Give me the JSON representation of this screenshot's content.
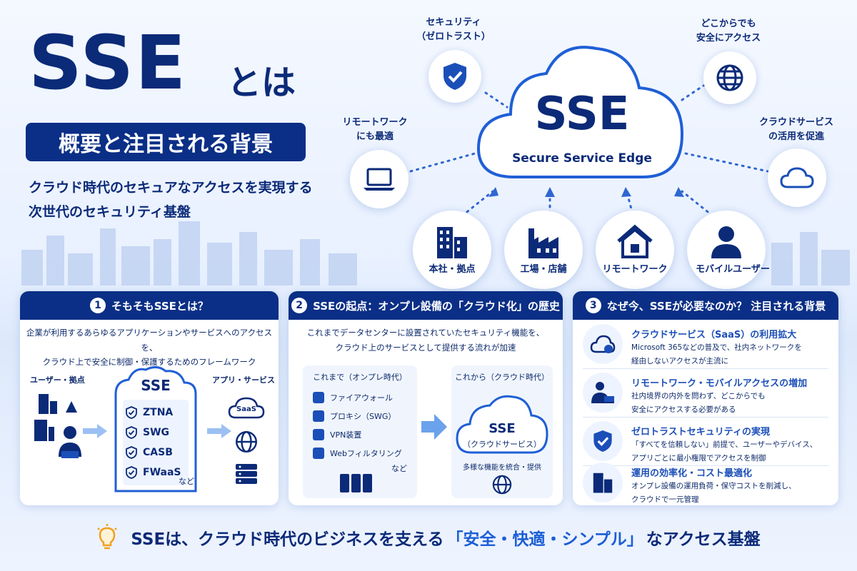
{
  "header": {
    "title_main": "SSE",
    "title_suffix": "とは",
    "subtitle": "概要と注目される背景",
    "lead_line1": "クラウド時代のセキュアなアクセスを実現する",
    "lead_line2": "次世代のセキュリティ基盤"
  },
  "hub": {
    "title": "SSE",
    "subtitle": "Secure Service Edge",
    "features": [
      {
        "line1": "セキュリティ",
        "line2": "（ゼロトラスト）",
        "icon": "shield-check-icon"
      },
      {
        "line1": "どこからでも",
        "line2": "安全にアクセス",
        "icon": "globe-icon"
      },
      {
        "line1": "リモートワーク",
        "line2": "にも最適",
        "icon": "laptop-icon"
      },
      {
        "line1": "クラウドサービス",
        "line2": "の活用を促進",
        "icon": "cloud-icon"
      }
    ],
    "sources": [
      {
        "label": "本社・拠点",
        "icon": "building-icon"
      },
      {
        "label": "工場・店舗",
        "icon": "factory-icon"
      },
      {
        "label": "リモートワーク",
        "icon": "house-icon"
      },
      {
        "label": "モバイルユーザー",
        "icon": "user-icon"
      }
    ]
  },
  "panel1": {
    "num": "1",
    "title": "そもそもSSEとは？",
    "desc1": "企業が利用するあらゆるアプリケーションやサービスへのアクセスを、",
    "desc2": "クラウド上で安全に制御・保護するためのフレームワーク",
    "left_label": "ユーザー・拠点",
    "cloud_title": "SSE",
    "items": [
      "ZTNA",
      "SWG",
      "CASB",
      "FWaaS"
    ],
    "etc": "など",
    "right_label": "アプリ・サービス",
    "saas": "SaaS"
  },
  "panel2": {
    "num": "2",
    "title": "SSEの起点：オンプレ設備の「クラウド化」の歴史",
    "desc1": "これまでデータセンターに設置されていたセキュリティ機能を、",
    "desc2": "クラウド上のサービスとして提供する流れが加速",
    "before_title": "これまで（オンプレ時代）",
    "before_items": [
      "ファイアウォール",
      "プロキシ（SWG）",
      "VPN装置",
      "Webフィルタリング"
    ],
    "before_etc": "など",
    "after_title": "これから（クラウド時代）",
    "after_cloud_title": "SSE",
    "after_cloud_sub": "（クラウドサービス）",
    "after_caption": "多様な機能を統合・提供"
  },
  "panel3": {
    "num": "3",
    "title": "なぜ今、SSEが必要なのか？ 注目される背景",
    "reasons": [
      {
        "title": "クラウドサービス（SaaS）の利用拡大",
        "d1": "Microsoft 365などの普及で、社内ネットワークを",
        "d2": "経由しないアクセスが主流に",
        "icon": "cloud-user-icon"
      },
      {
        "title": "リモートワーク・モバイルアクセスの増加",
        "d1": "社内境界の内外を問わず、どこからでも",
        "d2": "安全にアクセスする必要がある",
        "icon": "remote-worker-icon"
      },
      {
        "title": "ゼロトラストセキュリティの実現",
        "d1": "「すべてを信頼しない」前提で、ユーザーやデバイス、",
        "d2": "アプリごとに最小権限でアクセスを制御",
        "icon": "shield-check-icon"
      },
      {
        "title": "運用の効率化・コスト最適化",
        "d1": "オンプレ設備の運用負荷・保守コストを削減し、",
        "d2": "クラウドで一元管理",
        "icon": "building-icon"
      }
    ]
  },
  "footer": {
    "pre": "SSEは、クラウド時代のビジネスを支える",
    "highlight": "「安全・快適・シンプル」",
    "post": "なアクセス基盤"
  }
}
